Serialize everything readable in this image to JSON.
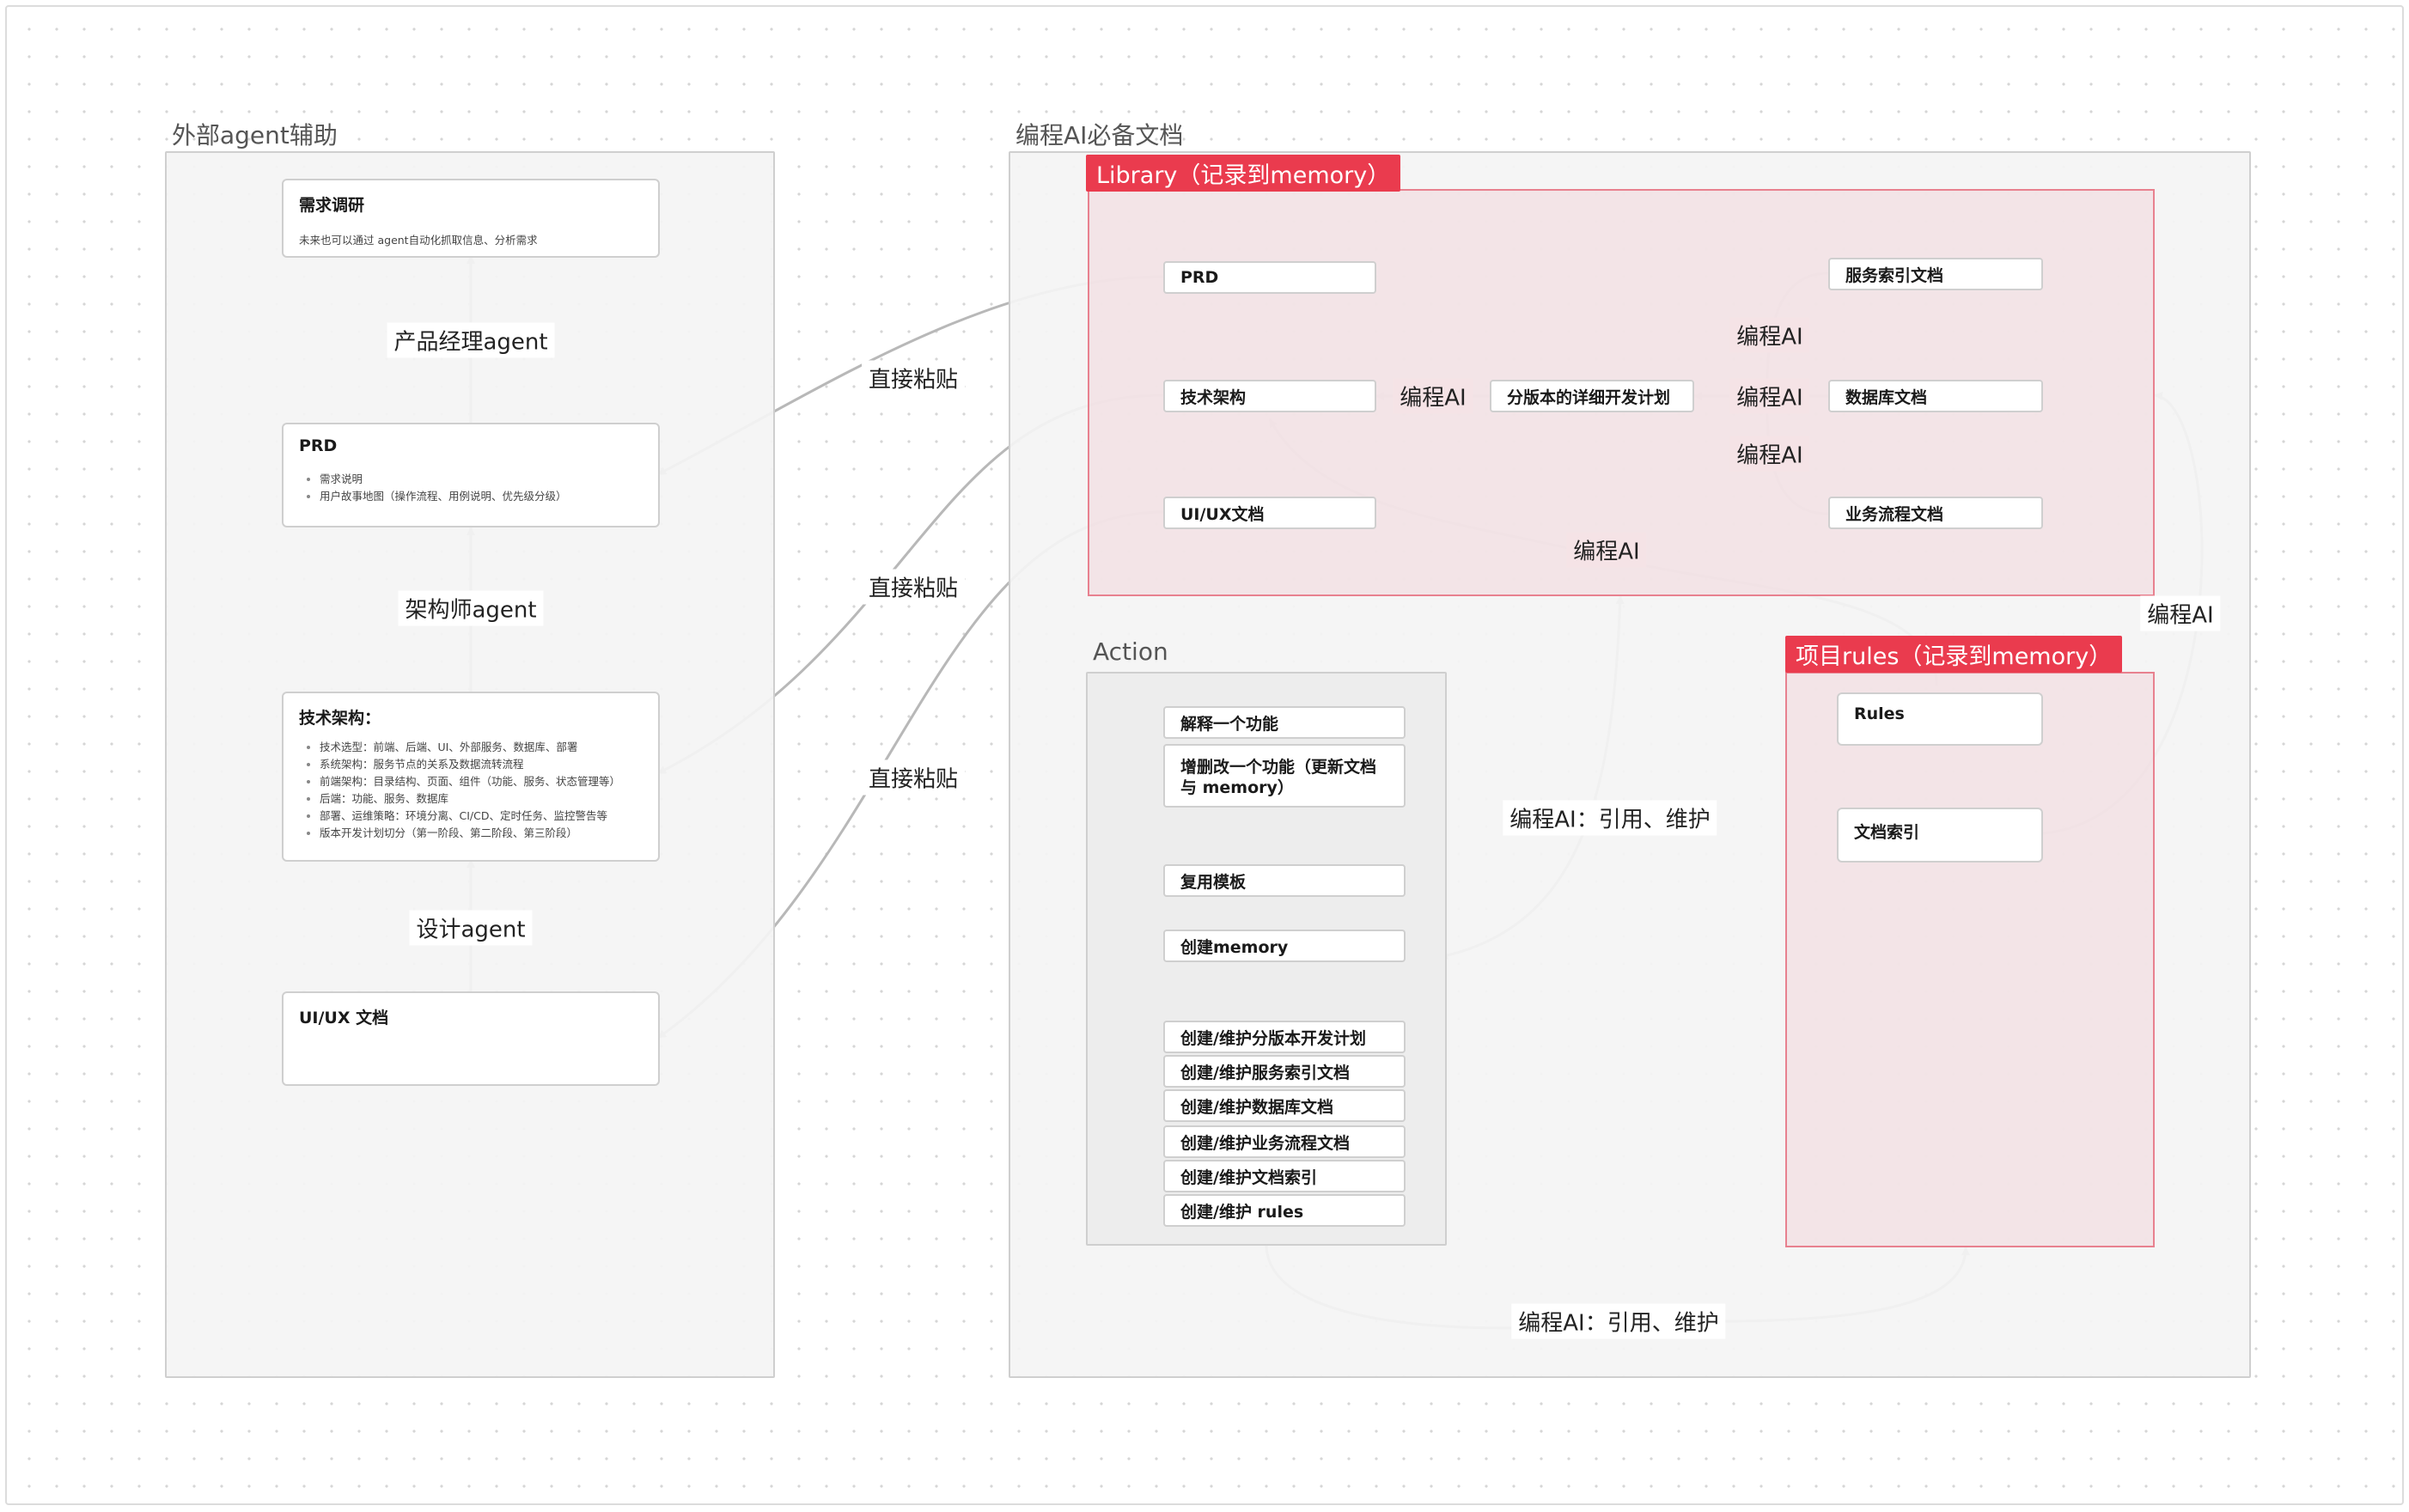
{
  "left_section": {
    "title": "外部agent辅助",
    "cards": {
      "research": {
        "title": "需求调研",
        "desc": "未来也可以通过 agent自动化抓取信息、分析需求"
      },
      "prd": {
        "title": "PRD",
        "items": [
          "需求说明",
          "用户故事地图（操作流程、用例说明、优先级分级）"
        ]
      },
      "arch": {
        "title": "技术架构：",
        "items": [
          "技术选型：前端、后端、UI、外部服务、数据库、部署",
          "系统架构：服务节点的关系及数据流转流程",
          "前端架构：目录结构、页面、组件（功能、服务、状态管理等）",
          "后端：功能、服务、数据库",
          "部署、运维策略：环境分离、CI/CD、定时任务、监控警告等",
          "版本开发计划切分（第一阶段、第二阶段、第三阶段）"
        ]
      },
      "uiux": {
        "title": "UI/UX 文档"
      }
    },
    "edge_labels": {
      "pm": "产品经理agent",
      "architect": "架构师agent",
      "design": "设计agent"
    }
  },
  "right_section": {
    "title": "编程AI必备文档",
    "library": {
      "tag": "Library（记录到memory）",
      "docs": {
        "prd": "PRD",
        "arch": "技术架构",
        "uiux": "UI/UX文档",
        "plan": "分版本的详细开发计划",
        "service_index": "服务索引文档",
        "database": "数据库文档",
        "business_flow": "业务流程文档"
      }
    },
    "action": {
      "title": "Action",
      "items": [
        "解释一个功能",
        "增删改一个功能（更新文档与 memory）",
        "复用模板",
        "创建memory",
        "创建/维护分版本开发计划",
        "创建/维护服务索引文档",
        "创建/维护数据库文档",
        "创建/维护业务流程文档",
        "创建/维护文档索引",
        "创建/维护 rules"
      ]
    },
    "rules": {
      "tag": "项目rules（记录到memory）",
      "items": [
        "Rules",
        "文档索引"
      ]
    }
  },
  "edge_labels": {
    "paste": "直接粘贴",
    "coding_ai": "编程AI",
    "coding_ai_maintain": "编程AI：引用、维护"
  },
  "colors": {
    "accent_red": "#ea3b4e",
    "library_border": "#e8818f",
    "edge": "#b8b8b8"
  }
}
